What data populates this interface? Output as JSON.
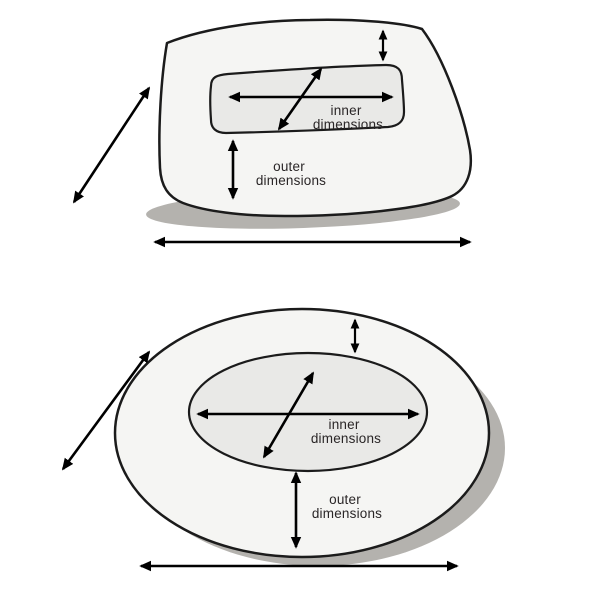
{
  "colors": {
    "background": "#ffffff",
    "bed_fill": "#f5f5f3",
    "inner_fill": "#e9e9e7",
    "outline": "#1b1b1b",
    "shadow": "#b4b2ae",
    "arrow": "#000000",
    "text": "#2a2627"
  },
  "diagrams": [
    {
      "name": "rectangular-bed",
      "shape": "rectangular",
      "inner_label": [
        "inner",
        "dimensions"
      ],
      "outer_label": [
        "outer",
        "dimensions"
      ]
    },
    {
      "name": "oval-bed",
      "shape": "oval",
      "inner_label": [
        "inner",
        "dimensions"
      ],
      "outer_label": [
        "outer",
        "dimensions"
      ]
    }
  ]
}
